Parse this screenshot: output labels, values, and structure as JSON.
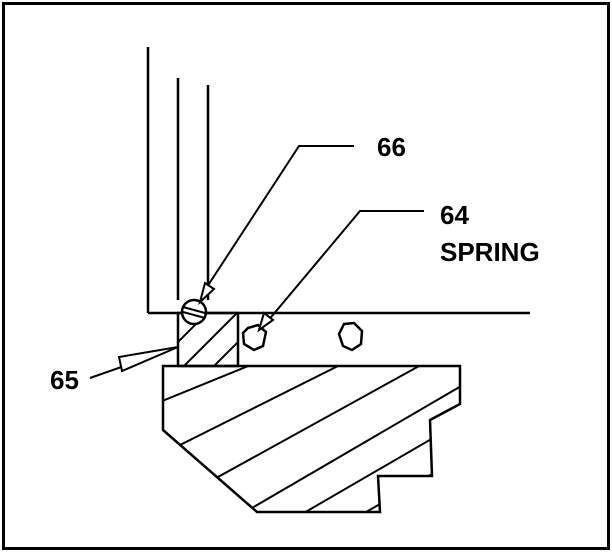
{
  "labels": {
    "callout_66": "66",
    "callout_64": "64",
    "callout_64_name": "SPRING",
    "callout_65": "65"
  },
  "colors": {
    "ink": "#000000",
    "background": "#ffffff"
  }
}
